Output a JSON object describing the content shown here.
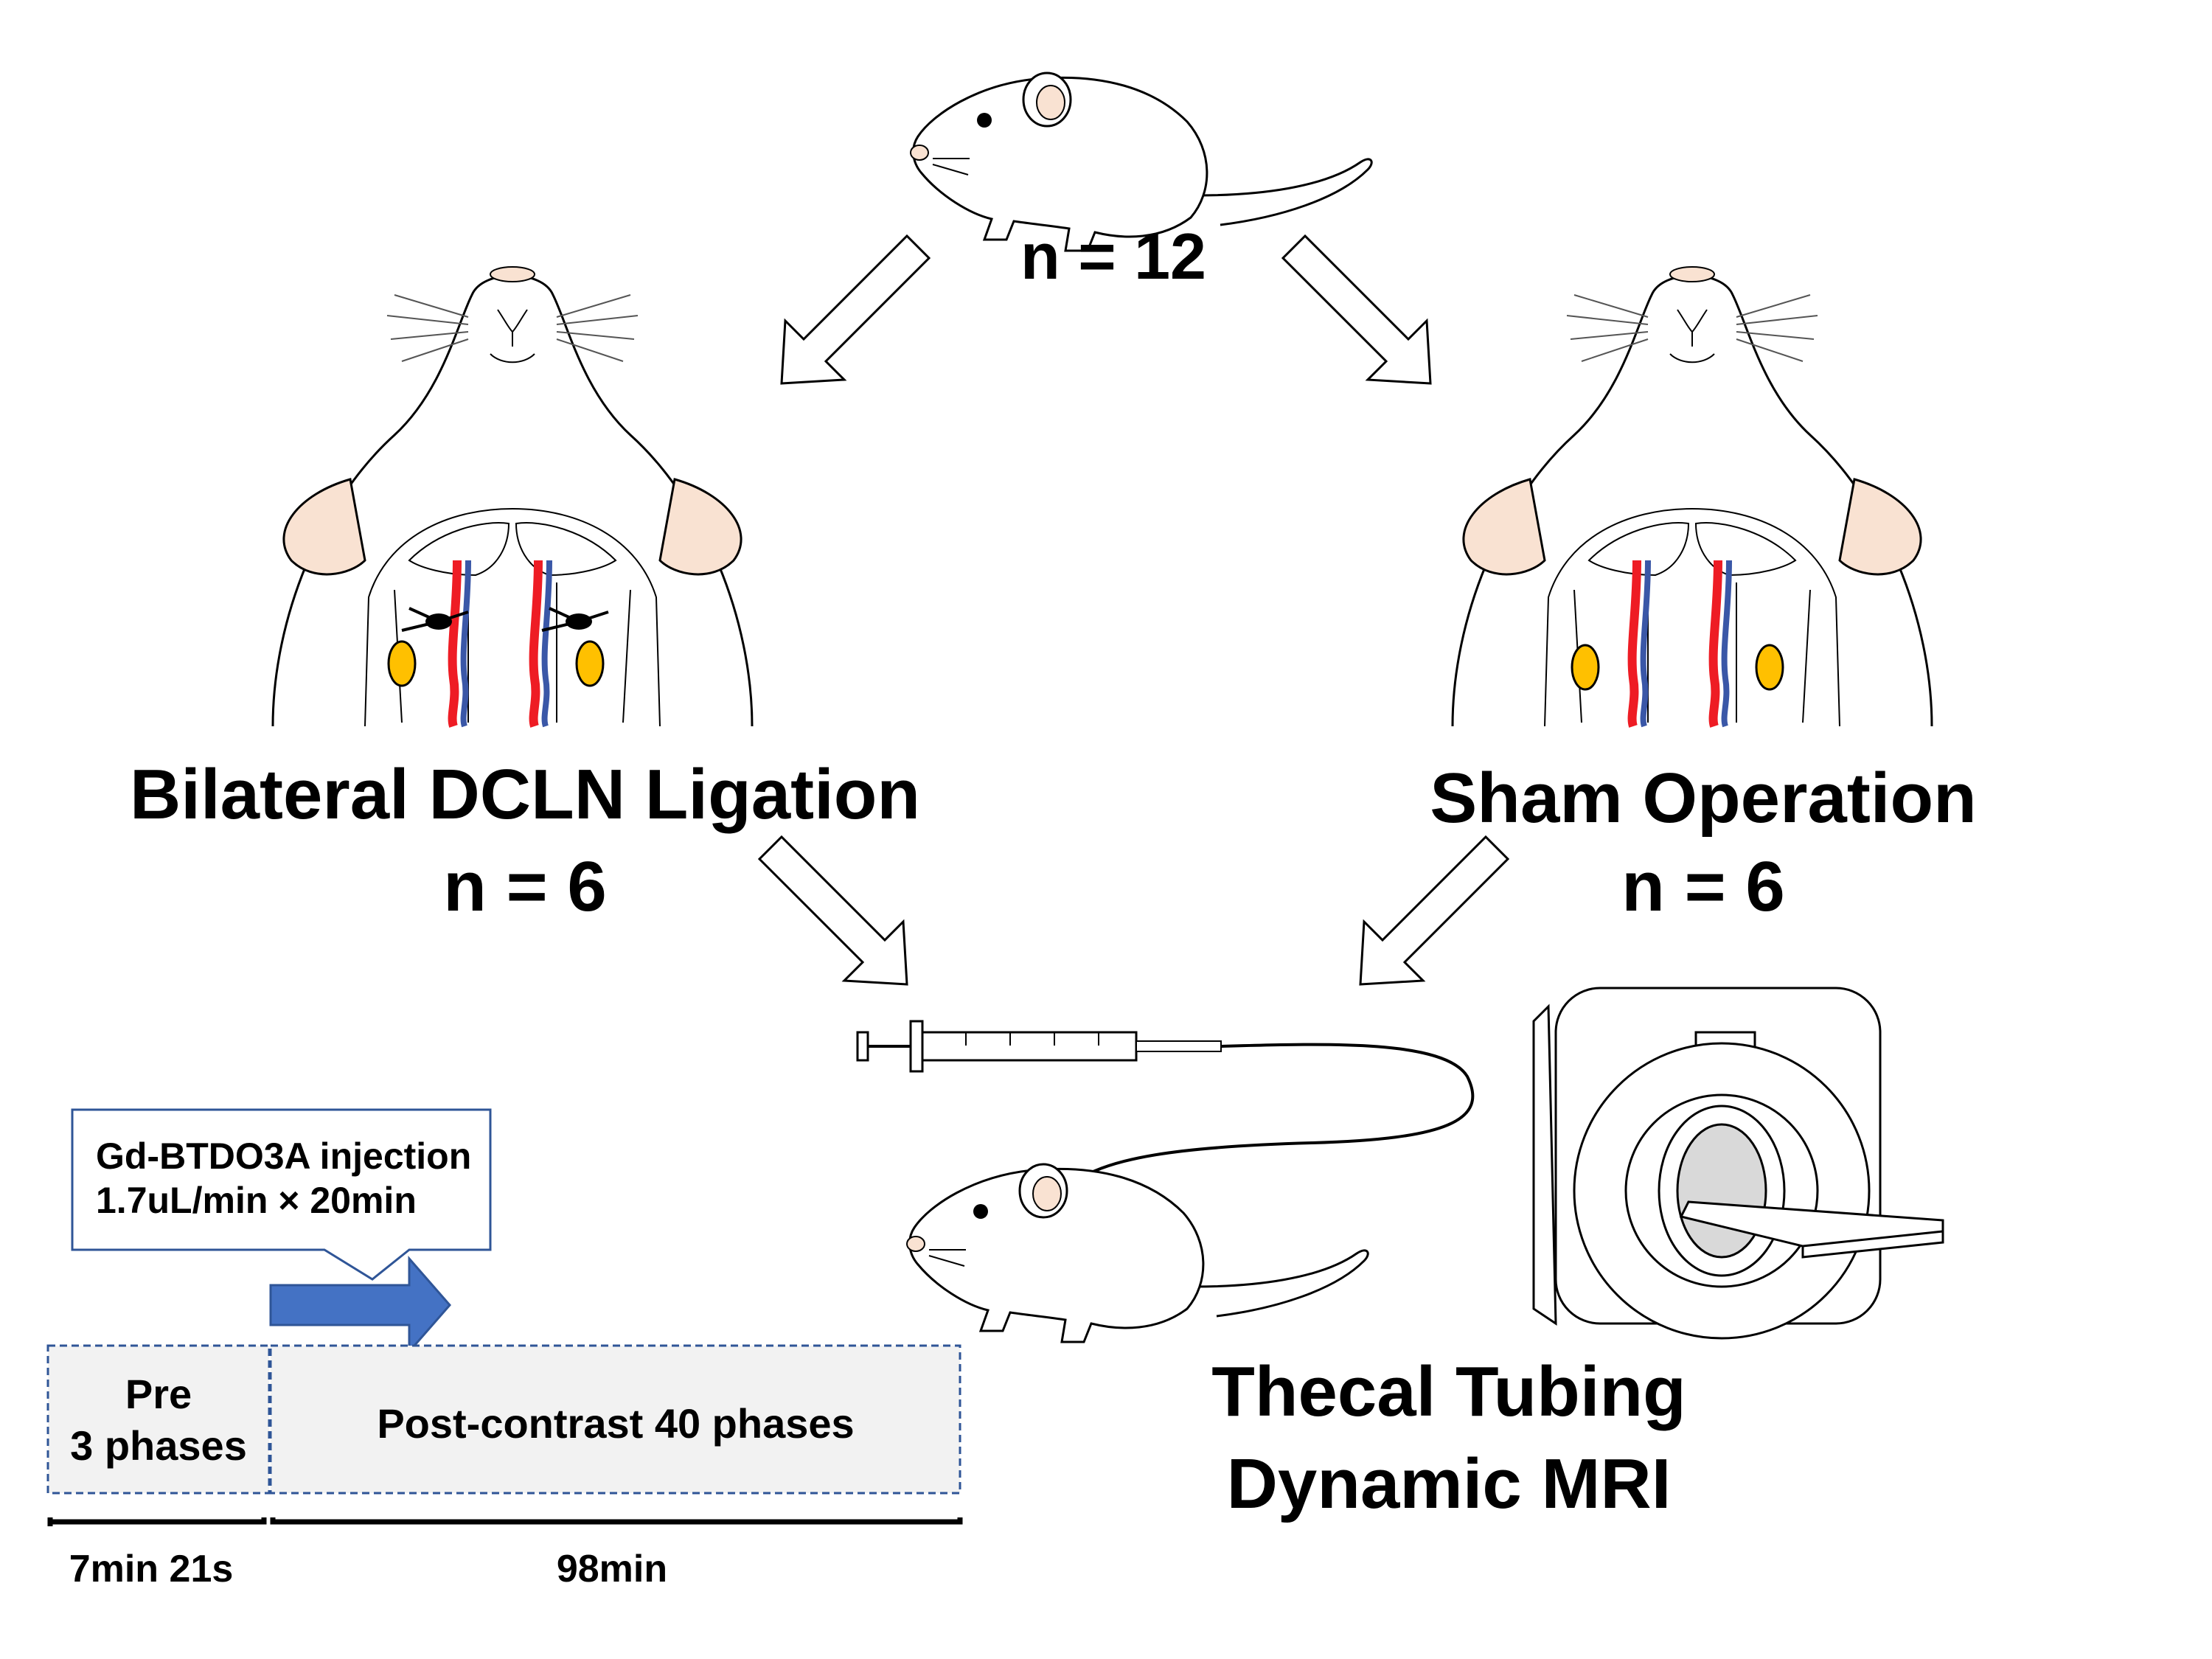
{
  "top_group": {
    "count": "n = 12"
  },
  "left_group": {
    "title": "Bilateral DCLN Ligation",
    "count": "n = 6"
  },
  "right_group": {
    "title": "Sham Operation",
    "count": "n = 6"
  },
  "procedure": {
    "line1": "Thecal Tubing",
    "line2": "Dynamic MRI"
  },
  "injection": {
    "line1": "Gd-BTDO3A injection",
    "line2": "1.7uL/min × 20min"
  },
  "timeline": {
    "pre_line1": "Pre",
    "pre_line2": "3 phases",
    "post": "Post-contrast 40 phases",
    "pre_duration": "7min 21s",
    "post_duration": "98min"
  },
  "colors": {
    "artery": "#ee1c24",
    "vein": "#3a57a7",
    "lymph_node": "#ffc000",
    "ear": "#f9e2d2",
    "arrow_blue": "#4472c4",
    "timeline_fill": "#f2f2f2",
    "timeline_border": "#2f5597"
  }
}
